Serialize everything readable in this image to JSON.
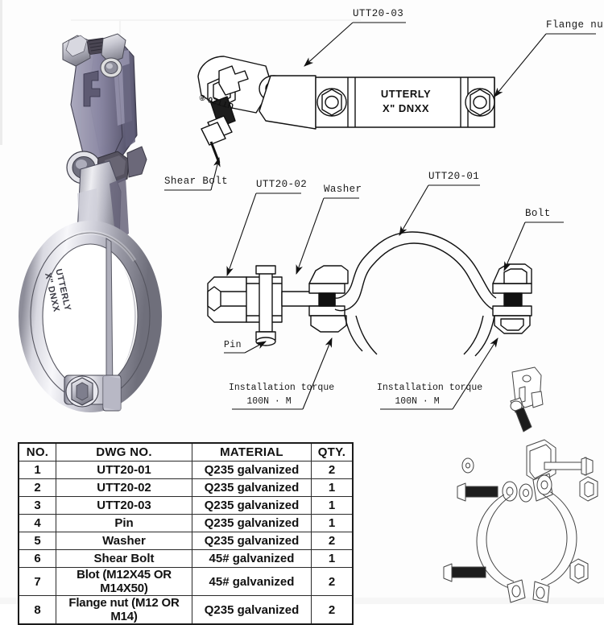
{
  "document": {
    "type": "engineering-assembly-drawing",
    "subject": "Pipe clamp / riser clamp assembly"
  },
  "callouts": {
    "top_body": "UTT20-03",
    "flange_nut": "Flange nut",
    "shear_bolt": "Shear Bolt",
    "clamp_half_02": "UTT20-02",
    "washer": "Washer",
    "clamp_half_01": "UTT20-01",
    "bolt": "Bolt",
    "pin": "Pin"
  },
  "torque_notes": [
    {
      "line1": "Installation torque",
      "line2": "100N · M"
    },
    {
      "line1": "Installation torque",
      "line2": "100N · M"
    }
  ],
  "markings": {
    "body_plate_line1": "UTTERLY",
    "body_plate_line2": "X\" DNXX",
    "arm_stamp": "UTT20 ®",
    "ring_line1": "UTTERLY",
    "ring_line2": "X\" DNXX"
  },
  "bom": {
    "headers": [
      "NO.",
      "DWG NO.",
      "MATERIAL",
      "QTY."
    ],
    "rows": [
      {
        "no": "1",
        "dwg": "UTT20-01",
        "material": "Q235 galvanized",
        "qty": "2",
        "small": false
      },
      {
        "no": "2",
        "dwg": "UTT20-02",
        "material": "Q235 galvanized",
        "qty": "1",
        "small": false
      },
      {
        "no": "3",
        "dwg": "UTT20-03",
        "material": "Q235 galvanized",
        "qty": "1",
        "small": false
      },
      {
        "no": "4",
        "dwg": "Pin",
        "material": "Q235 galvanized",
        "qty": "1",
        "small": false
      },
      {
        "no": "5",
        "dwg": "Washer",
        "material": "Q235 galvanized",
        "qty": "2",
        "small": false
      },
      {
        "no": "6",
        "dwg": "Shear Bolt",
        "material": "45# galvanized",
        "qty": "1",
        "small": false
      },
      {
        "no": "7",
        "dwg": "Blot (M12X45 OR M14X50)",
        "material": "45# galvanized",
        "qty": "2",
        "small": true
      },
      {
        "no": "8",
        "dwg": "Flange nut (M12 OR M14)",
        "material": "Q235 galvanized",
        "qty": "2",
        "small": true
      }
    ]
  },
  "colors": {
    "line": "#1a1a1a",
    "background": "#fdfdfd",
    "metal_light": "#e9e9ee",
    "metal_mid": "#b9b9c4",
    "metal_dark": "#8a8a98",
    "accent_purple": "#7d7a93",
    "accent_purple_dark": "#5d5a72"
  }
}
